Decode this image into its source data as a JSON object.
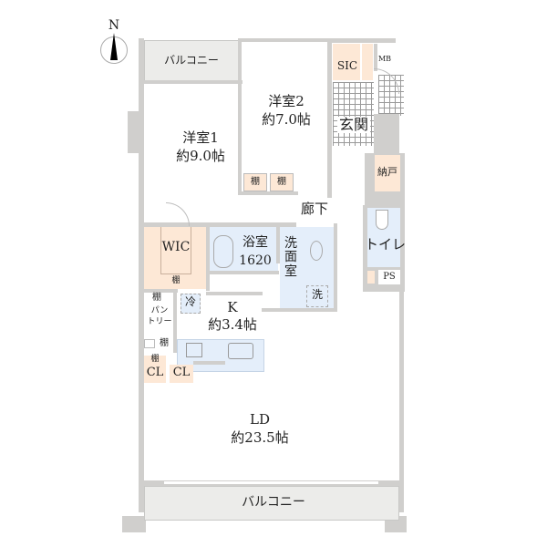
{
  "compass": {
    "label": "N"
  },
  "rooms": {
    "balcony_north": {
      "label": "バルコニー"
    },
    "bedroom1": {
      "name": "洋室1",
      "area": "約9.0帖"
    },
    "bedroom2": {
      "name": "洋室2",
      "area": "約7.0帖"
    },
    "sic": {
      "label": "SIC"
    },
    "mb": {
      "label": "MB"
    },
    "entrance": {
      "label": "玄関"
    },
    "storage": {
      "label": "納戸"
    },
    "hallway": {
      "label": "廊下"
    },
    "shelf_a": {
      "label": "棚"
    },
    "shelf_b": {
      "label": "棚"
    },
    "wic": {
      "label": "WIC",
      "shelf": "棚"
    },
    "bathroom": {
      "name": "浴室",
      "size": "1620"
    },
    "washroom": {
      "label": "洗面室"
    },
    "washer": {
      "label": "洗"
    },
    "toilet": {
      "label": "トイレ"
    },
    "ps": {
      "label": "PS"
    },
    "fridge": {
      "label": "冷"
    },
    "kitchen": {
      "name": "K",
      "area": "約3.4帖"
    },
    "pantry": {
      "shelf": "棚",
      "label1": "パン",
      "label2": "トリー"
    },
    "pantry_shelf2": {
      "label": "棚"
    },
    "cl_shelf": {
      "label": "棚"
    },
    "cl1": {
      "label": "CL"
    },
    "cl2": {
      "label": "CL"
    },
    "ld": {
      "name": "LD",
      "area": "約23.5帖"
    },
    "balcony_south": {
      "label": "バルコニー"
    }
  },
  "colors": {
    "wall": "#d0cfcd",
    "balcony": "#ececea",
    "wet_area": "#e4eefa",
    "storage": "#fde8d6"
  }
}
